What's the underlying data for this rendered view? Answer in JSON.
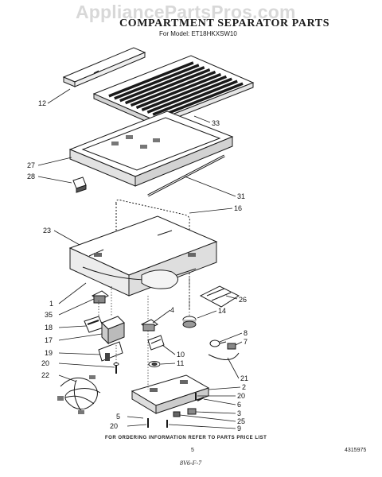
{
  "watermark": "AppliancePartsPros.com",
  "title": "COMPARTMENT SEPARATOR PARTS",
  "subtitle": "For Model: ET18HKXSW10",
  "note": "FOR ORDERING INFORMATION REFER TO PARTS PRICE LIST",
  "page_number": "5",
  "doc_number": "4315975",
  "code": "8V6-F-7",
  "callouts": [
    {
      "id": "12",
      "label": "12"
    },
    {
      "id": "33",
      "label": "33"
    },
    {
      "id": "27",
      "label": "27"
    },
    {
      "id": "28",
      "label": "28"
    },
    {
      "id": "31",
      "label": "31"
    },
    {
      "id": "16",
      "label": "16"
    },
    {
      "id": "23",
      "label": "23"
    },
    {
      "id": "1",
      "label": "1"
    },
    {
      "id": "26",
      "label": "26"
    },
    {
      "id": "35",
      "label": "35"
    },
    {
      "id": "4",
      "label": "4"
    },
    {
      "id": "14",
      "label": "14"
    },
    {
      "id": "18",
      "label": "18"
    },
    {
      "id": "8",
      "label": "8"
    },
    {
      "id": "7",
      "label": "7"
    },
    {
      "id": "17",
      "label": "17"
    },
    {
      "id": "10",
      "label": "10"
    },
    {
      "id": "19",
      "label": "19"
    },
    {
      "id": "11",
      "label": "11"
    },
    {
      "id": "20a",
      "label": "20"
    },
    {
      "id": "21",
      "label": "21"
    },
    {
      "id": "22",
      "label": "22"
    },
    {
      "id": "2",
      "label": "2"
    },
    {
      "id": "20b",
      "label": "20"
    },
    {
      "id": "6",
      "label": "6"
    },
    {
      "id": "3",
      "label": "3"
    },
    {
      "id": "5",
      "label": "5"
    },
    {
      "id": "25",
      "label": "25"
    },
    {
      "id": "20c",
      "label": "20"
    },
    {
      "id": "9",
      "label": "9"
    }
  ]
}
